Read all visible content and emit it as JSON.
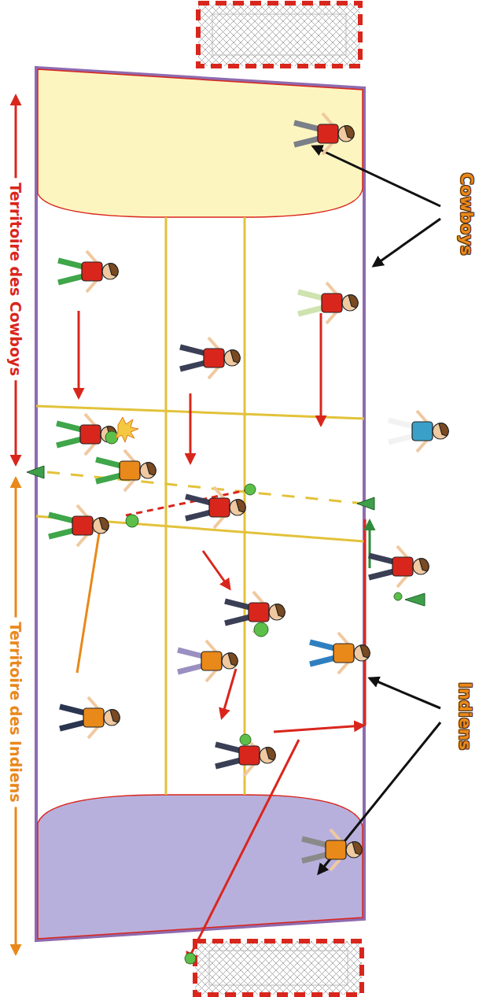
{
  "diagram": {
    "labels": [
      "Cowboys",
      "Indiens",
      "Territoire des Cowboys",
      "Territoire des Indiens"
    ]
  }
}
